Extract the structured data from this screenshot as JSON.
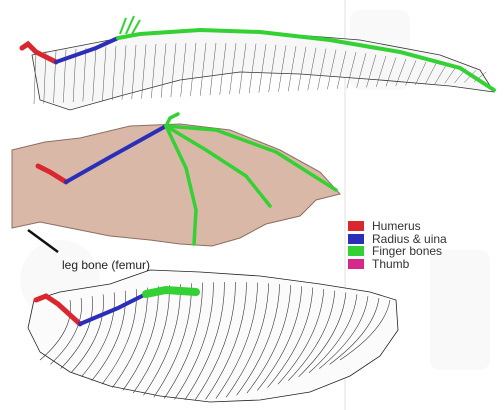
{
  "legend": [
    {
      "label": "Humerus",
      "color": "#d9262f"
    },
    {
      "label": "Radius & uina",
      "color": "#2b2fb8"
    },
    {
      "label": "Finger bones",
      "color": "#34d134"
    },
    {
      "label": "Thumb",
      "color": "#d42a8c"
    }
  ],
  "labels": {
    "femur": "leg bone (femur)"
  },
  "colors": {
    "membrane": "#d9b8a8",
    "line": "#333333",
    "background": "#ffffff"
  }
}
